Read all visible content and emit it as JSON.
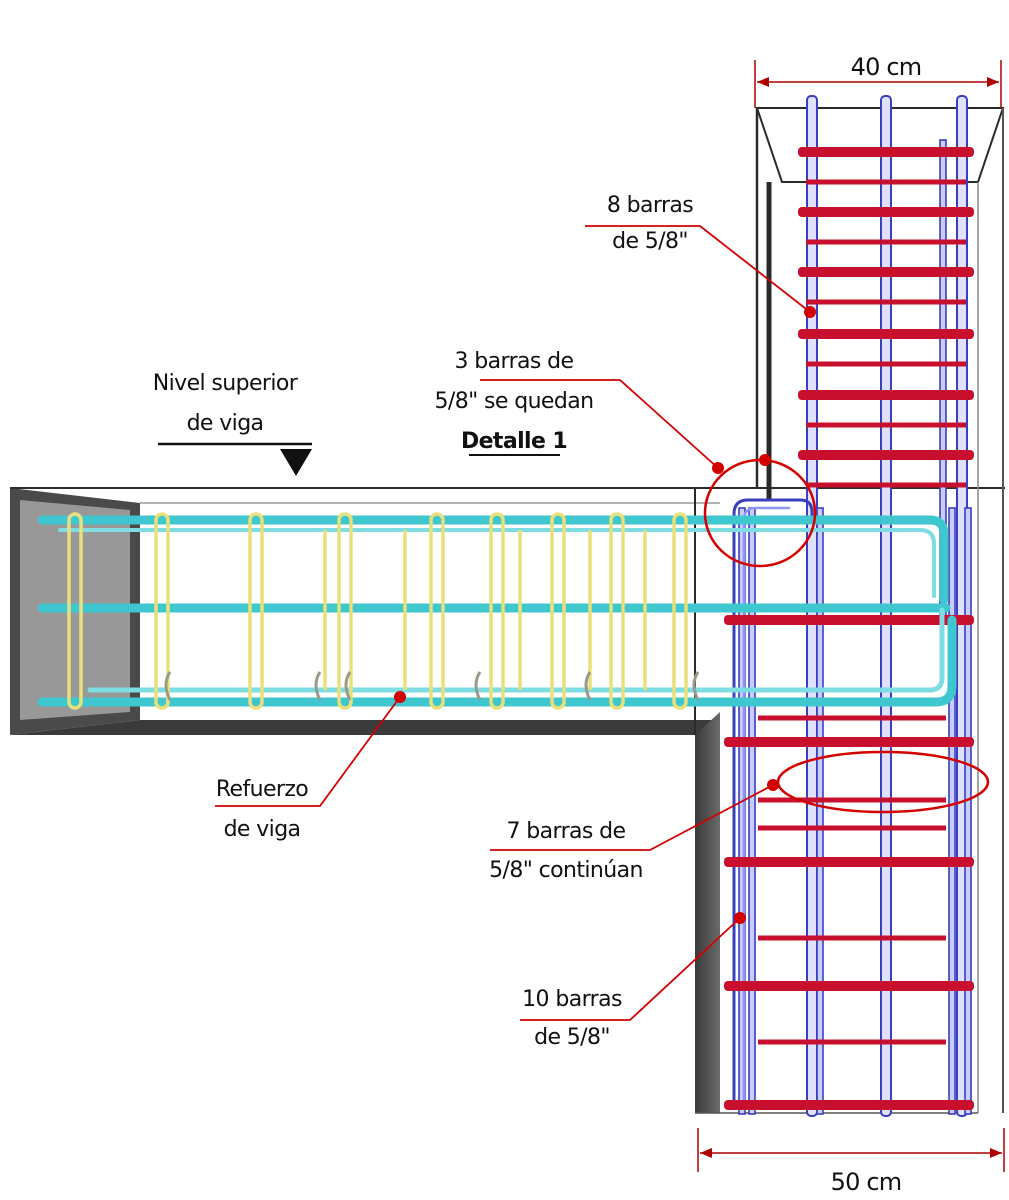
{
  "diagram": {
    "dimension_top": "40 cm",
    "dimension_bottom": "50 cm",
    "labels": {
      "column_top_bars": [
        "8 barras",
        "de 5/8\""
      ],
      "bars_stay": [
        "3 barras de",
        "5/8\" se quedan"
      ],
      "detail": "Detalle 1",
      "beam_top_level": [
        "Nivel superior",
        "de viga"
      ],
      "beam_reinforcement": [
        "Refuerzo",
        "de viga"
      ],
      "bars_continue": [
        "7 barras de",
        "5/8\" continúan"
      ],
      "column_bottom_bars": [
        "10 barras",
        "de 5/8\""
      ]
    },
    "colors": {
      "column_bars": "#3a3fc0",
      "stirrups_column": "#c8102e",
      "beam_bars": "#3fc7cf",
      "beam_stirrups": "#e8e07a",
      "concrete_edge": "#2b2b2b",
      "callout": "#d40000"
    }
  }
}
